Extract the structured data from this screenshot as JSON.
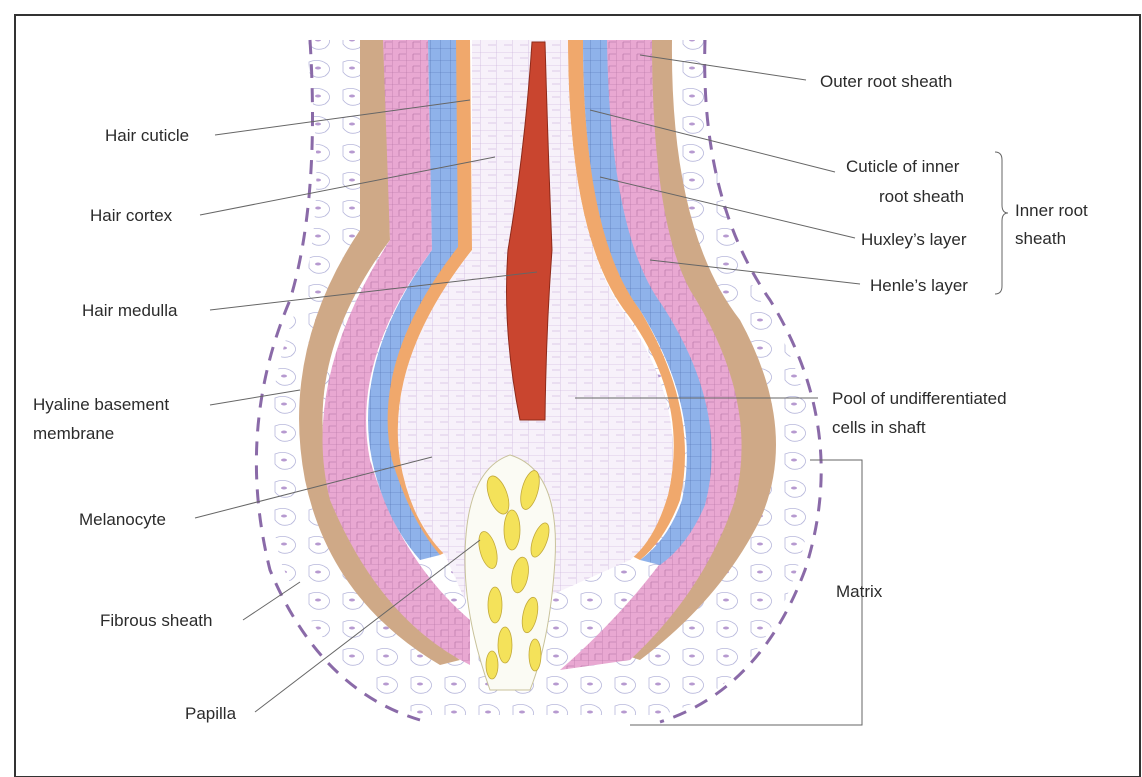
{
  "labels": {
    "hair_cuticle": "Hair cuticle",
    "hair_cortex": "Hair cortex",
    "hair_medulla": "Hair medulla",
    "hyaline_line1": "Hyaline basement",
    "hyaline_line2": "membrane",
    "melanocyte": "Melanocyte",
    "fibrous_sheath": "Fibrous sheath",
    "papilla": "Papilla",
    "outer_root_sheath": "Outer root sheath",
    "cuticle_irs_line1": "Cuticle of inner",
    "cuticle_irs_line2": "root sheath",
    "huxleys_layer": "Huxley’s layer",
    "henles_layer": "Henle’s layer",
    "inner_root_sheath_line1": "Inner root",
    "inner_root_sheath_line2": "sheath",
    "pool_line1": "Pool of undifferentiated",
    "pool_line2": "cells in shaft",
    "matrix": "Matrix"
  },
  "colors": {
    "outer_root_sheath": "#e9a8d2",
    "huxley_blue": "#8fb2ea",
    "henle_orange": "#f0a86c",
    "hyaline_tan": "#cfa987",
    "medulla_red": "#c9452f",
    "papilla_yellow": "#f4e25a",
    "fibrous_purple": "#9a7ab8"
  }
}
